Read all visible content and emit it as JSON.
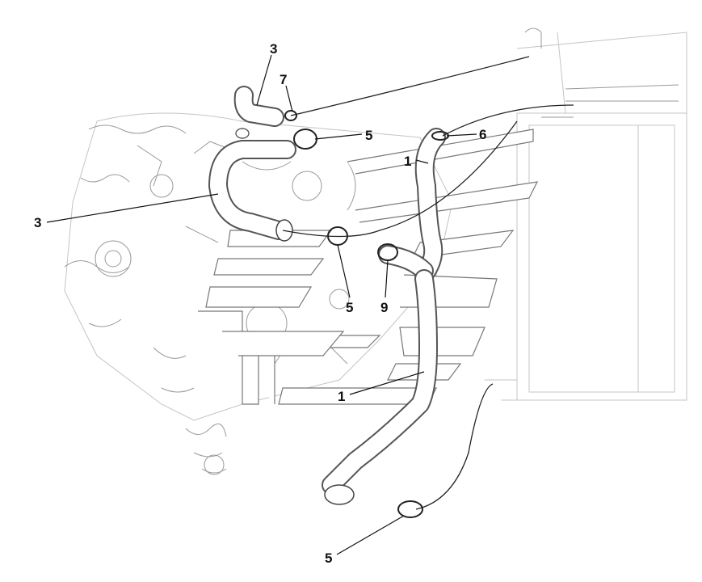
{
  "diagram": {
    "title": "Engine cooling hose assembly",
    "callouts": [
      {
        "id": "c3a",
        "label": "3"
      },
      {
        "id": "c7",
        "label": "7"
      },
      {
        "id": "c5a",
        "label": "5"
      },
      {
        "id": "c6",
        "label": "6"
      },
      {
        "id": "c1a",
        "label": "1"
      },
      {
        "id": "c3b",
        "label": "3"
      },
      {
        "id": "c5b",
        "label": "5"
      },
      {
        "id": "c9",
        "label": "9"
      },
      {
        "id": "c1b",
        "label": "1"
      },
      {
        "id": "c5c",
        "label": "5"
      }
    ]
  }
}
